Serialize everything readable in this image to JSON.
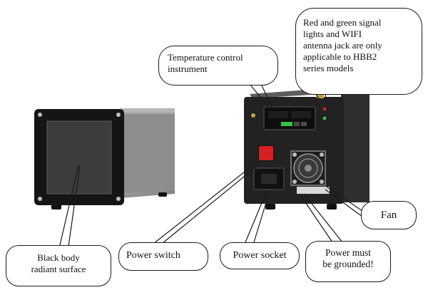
{
  "callouts": {
    "temperature": [
      "Temperature control",
      "instrument"
    ],
    "signal_lights": [
      "Red and green signal",
      "lights and WIFI",
      "antenna jack are only",
      "applicable to HBB2",
      "series models"
    ],
    "black_body": [
      "Black body",
      "radiant surface"
    ],
    "power_switch": "Power switch",
    "power_socket": "Power socket",
    "grounded": [
      "Power must",
      "be grounded!"
    ],
    "fan": "Fan"
  },
  "colors": {
    "housing": "#2b2b2b",
    "housing_side": "#8a8a8a",
    "bezel": "#151515",
    "radiant_surface": "#3c3c3c",
    "switch_red": "#d42020",
    "display_green": "#37c24a",
    "outline": "#1a1a1a"
  }
}
